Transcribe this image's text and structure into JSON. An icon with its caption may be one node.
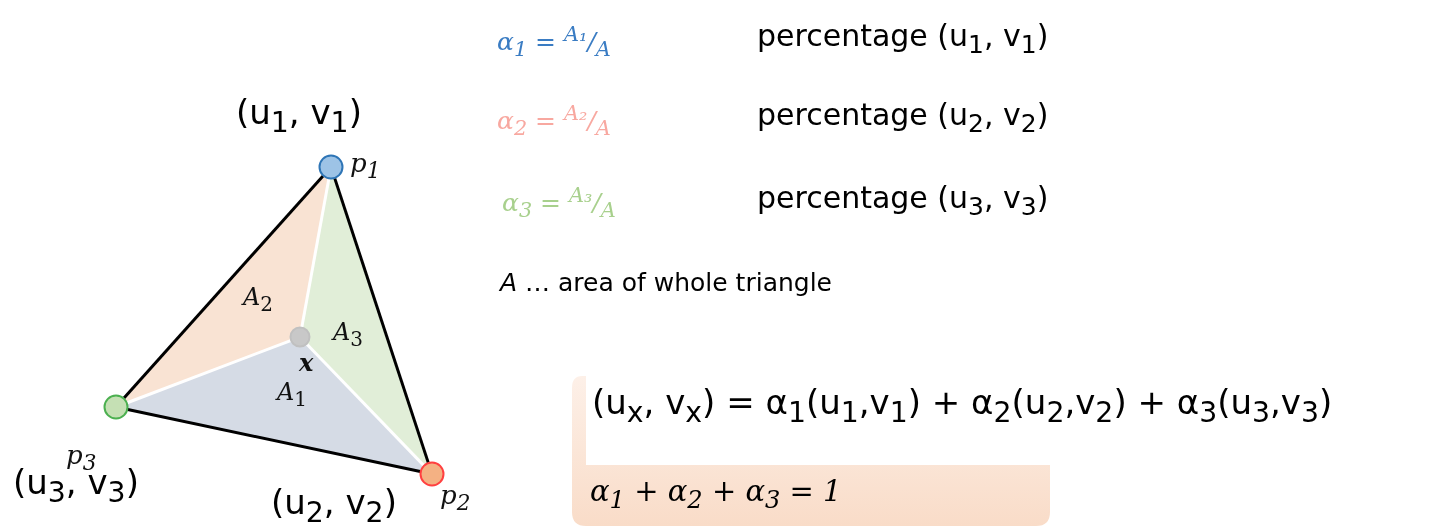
{
  "diagram": {
    "nodes": [
      {
        "text": [],
        "shape": "circle",
        "beside": [
          "*p*$_{1}$",
          "(u$_{1}$, v$_{1}$)"
        ]
      },
      {
        "text": [],
        "shape": "circle",
        "beside": [
          "*p*$_{2}$",
          "(u$_{2}$, v$_{2}$)"
        ]
      },
      {
        "text": [],
        "shape": "circle",
        "beside": [
          "*p*$_{3}$",
          "(u$_{3}$, v$_{3}$)"
        ]
      },
      {
        "text": [],
        "shape": "circle",
        "beside": [
          "x"
        ]
      },
      {
        "text": [
          "(u$_{x}$, v$_{x}$) = α$_{1}$(u$_{1}$,v$_{1}$) + α$_{2}$(u$_{2}$,v$_{2}$) + α$_{3}$(u$_{3}$,v$_{3}$)",
          "α$_{1}$ + α$_{2}$ + α$_{3}$ = 1"
        ]
      }
    ],
    "edges": [
      {
        "from": 0,
        "to": 1,
        "arrow": "none"
      },
      {
        "from": 1,
        "to": 2,
        "arrow": "none"
      },
      {
        "from": 2,
        "to": 0,
        "arrow": "none"
      },
      {
        "from": 3,
        "to": 0,
        "arrow": "none",
        "color": "#ffffff"
      },
      {
        "from": 3,
        "to": 1,
        "arrow": "none",
        "color": "#ffffff"
      },
      {
        "from": 3,
        "to": 2,
        "arrow": "none",
        "color": "#ffffff"
      }
    ],
    "labels": [
      "α$_{1}$ = $^{A₁}$/$_{A}$",
      "percentage (u$_{1}$, v$_{1}$)",
      "α$_{2}$ = $^{A₂}$/$_{A}$",
      "percentage (u$_{2}$, v$_{2}$)",
      "α$_{3}$ = $^{A₃}$/$_{A}$",
      "percentage (u$_{3}$, v$_{3}$)",
      "*A* … area of whole triangle",
      "*A*$_{2}$",
      "*A*$_{3}$",
      "*A*$_{1}$"
    ]
  }
}
